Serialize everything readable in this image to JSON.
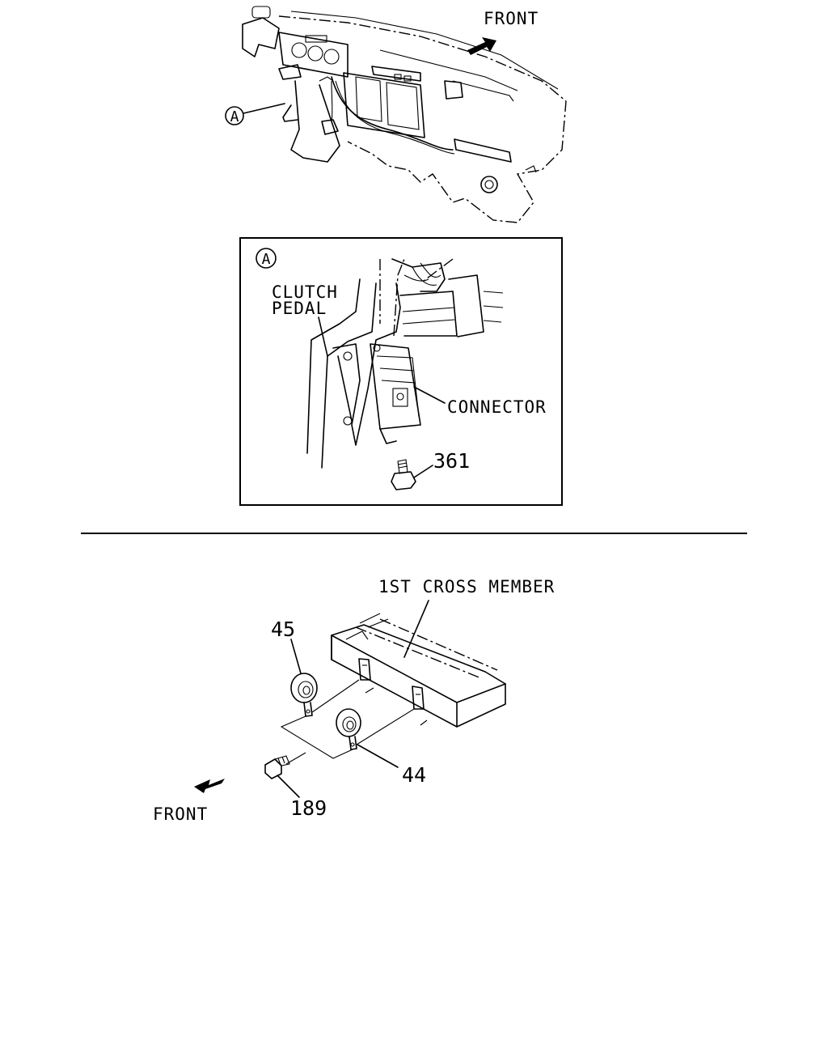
{
  "labels": {
    "front_top": "FRONT",
    "callout_a": "A",
    "callout_a_inset": "A",
    "clutch_pedal_line1": "CLUTCH",
    "clutch_pedal_line2": "PEDAL",
    "connector": "CONNECTOR",
    "part_361": "361",
    "cross_member": "1ST CROSS MEMBER",
    "part_45": "45",
    "part_44": "44",
    "part_189": "189",
    "front_bottom": "FRONT"
  },
  "colors": {
    "ink": "#000000",
    "background": "#ffffff"
  },
  "icons": [
    "front-arrow-icon",
    "callout-a-icon"
  ]
}
